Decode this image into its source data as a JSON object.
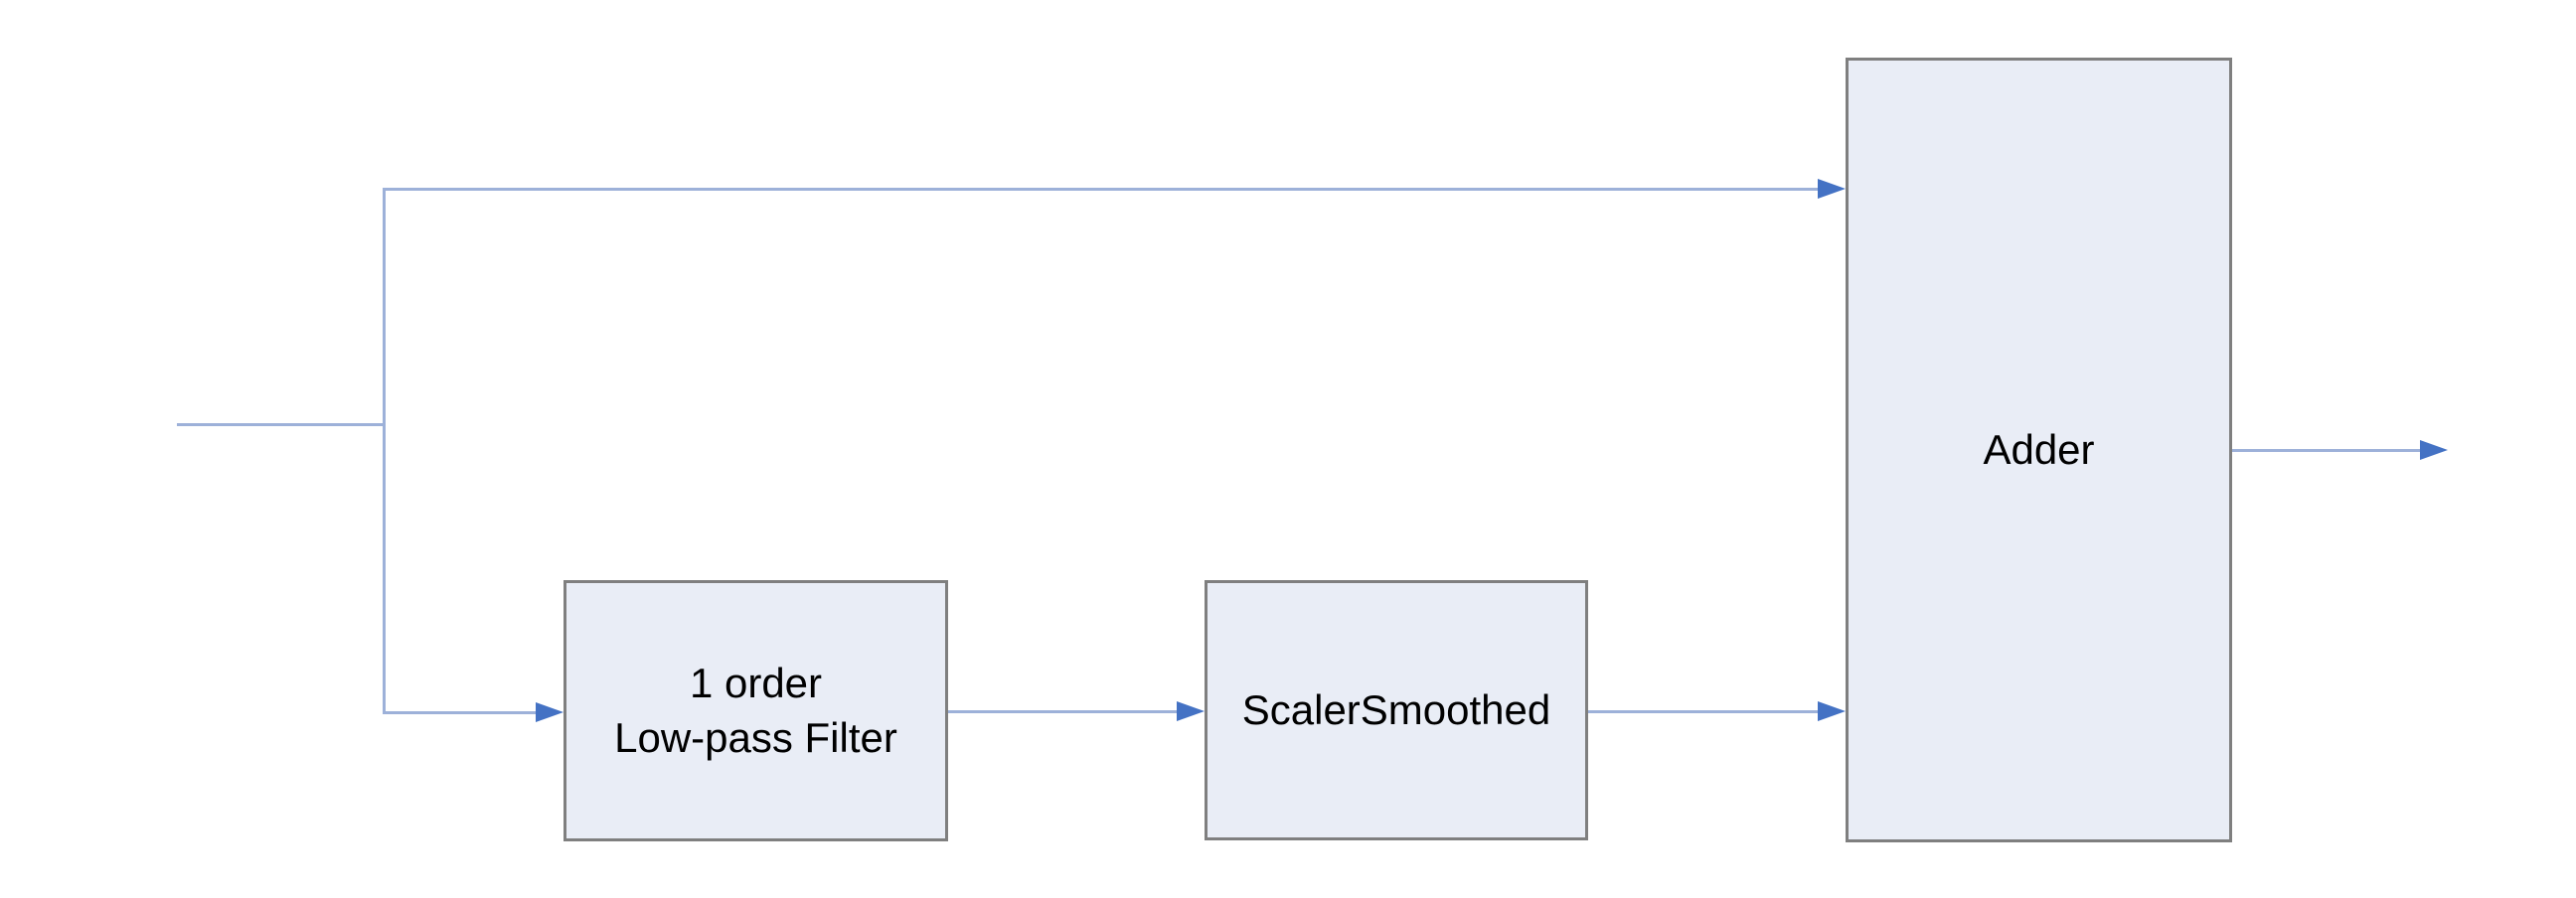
{
  "diagram": {
    "type": "block-diagram",
    "nodes": {
      "lowpass_filter": {
        "label": "1 order\nLow-pass Filter"
      },
      "scaler_smoothed": {
        "label": "ScalerSmoothed"
      },
      "adder": {
        "label": "Adder"
      }
    },
    "connections": [
      {
        "from": "input",
        "to": "branch-point"
      },
      {
        "from": "branch-point",
        "to": "adder",
        "path": "direct-top"
      },
      {
        "from": "branch-point",
        "to": "lowpass_filter",
        "path": "bottom"
      },
      {
        "from": "lowpass_filter",
        "to": "scaler_smoothed"
      },
      {
        "from": "scaler_smoothed",
        "to": "adder"
      },
      {
        "from": "adder",
        "to": "output"
      }
    ],
    "colors": {
      "background": "#ffffff",
      "connector_line": "#9db1d9",
      "arrowhead": "#4472c4",
      "block_fill": "#e9edf6",
      "block_border": "#7f7f7f",
      "label_text": "#000000"
    }
  }
}
